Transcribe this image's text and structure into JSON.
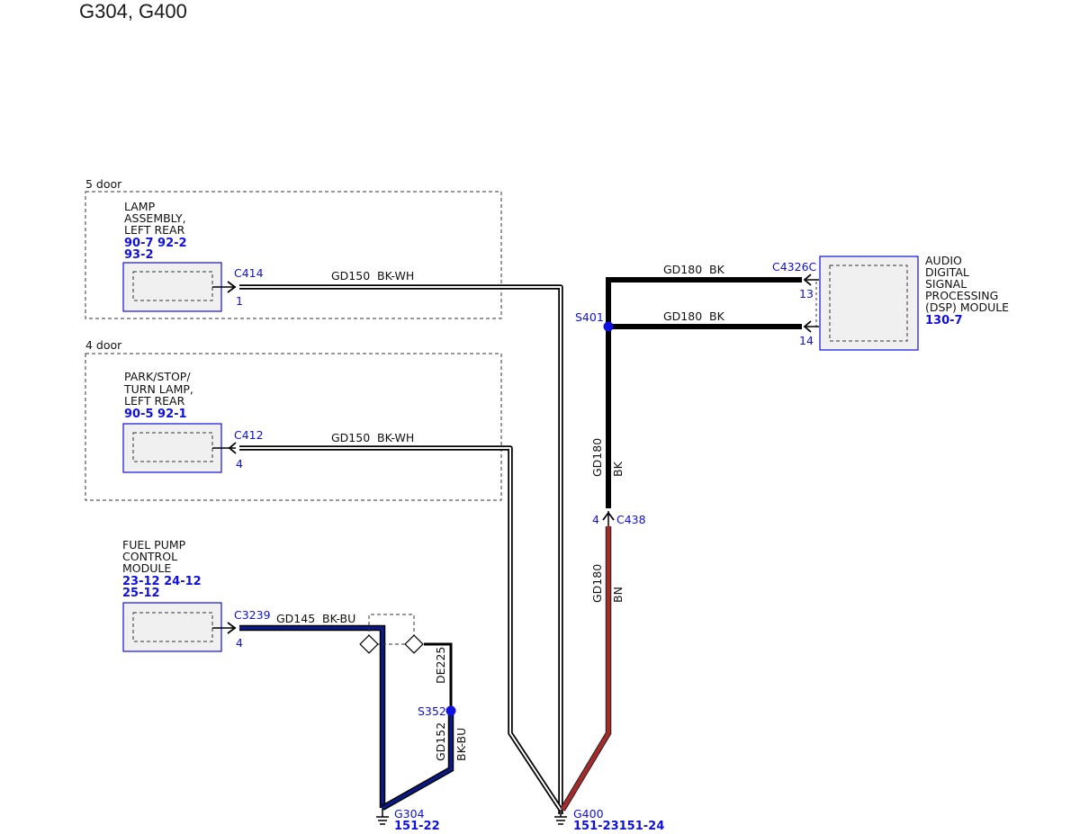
{
  "title": "G304, G400",
  "groups": {
    "five_door": "5 door",
    "four_door": "4 door"
  },
  "components": {
    "lamp_lr": {
      "lines": [
        "LAMP",
        "ASSEMBLY,",
        "LEFT REAR"
      ],
      "refs": [
        "90-7  92-2",
        "93-2"
      ]
    },
    "park_lamp": {
      "lines": [
        "PARK/STOP/",
        "TURN LAMP,",
        "LEFT REAR"
      ],
      "refs": [
        "90-5  92-1"
      ]
    },
    "fuel_pump": {
      "lines": [
        "FUEL PUMP",
        "CONTROL",
        "MODULE"
      ],
      "refs": [
        "23-12 24-12",
        "25-12"
      ]
    },
    "dsp": {
      "lines": [
        "AUDIO",
        "DIGITAL",
        "SIGNAL",
        "PROCESSING",
        "(DSP) MODULE"
      ],
      "refs": [
        "130-7"
      ]
    }
  },
  "connectors": {
    "c414": {
      "name": "C414",
      "pin": "1"
    },
    "c412": {
      "name": "C412",
      "pin": "4"
    },
    "c3239": {
      "name": "C3239",
      "pin": "4"
    },
    "c4326c": {
      "name": "C4326C",
      "pins": [
        "13",
        "14"
      ]
    },
    "c438": {
      "name": "C438",
      "pin": "4"
    }
  },
  "splices": {
    "s401": "S401",
    "s352": "S352"
  },
  "grounds": {
    "g304": {
      "name": "G304",
      "ref": "151-22"
    },
    "g400": {
      "name": "G400",
      "ref": "151-23151-24"
    }
  },
  "wires": {
    "gd150_top": {
      "circuit": "GD150",
      "color": "BK-WH"
    },
    "gd150_mid": {
      "circuit": "GD150",
      "color": "BK-WH"
    },
    "gd180_top": {
      "circuit": "GD180",
      "color": "BK"
    },
    "gd180_second": {
      "circuit": "GD180",
      "color": "BK"
    },
    "gd180_vertical": {
      "circuit": "GD180",
      "color": "BK"
    },
    "gd180_brown": {
      "circuit": "GD180",
      "color": "BN"
    },
    "gd145": {
      "circuit": "GD145",
      "color": "BK-BU"
    },
    "de225": {
      "circuit": "DE225"
    },
    "gd152": {
      "circuit": "GD152",
      "color": "BK-BU"
    }
  },
  "colors": {
    "connector_blue": "#1010e0",
    "wire_black": "#000000",
    "wire_brown": "#a52a2a",
    "wire_blue": "#0a1a8a",
    "box_fill": "#f0f0f0"
  }
}
